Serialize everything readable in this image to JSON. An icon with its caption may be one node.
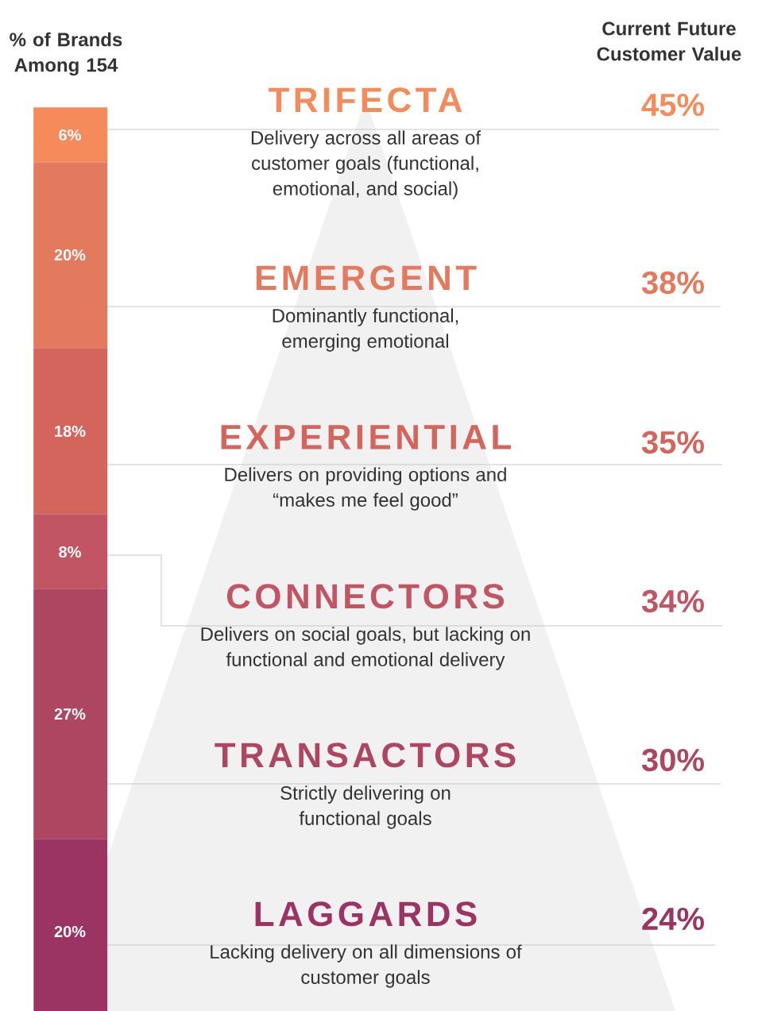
{
  "diagram": {
    "nodes": [
      {
        "text": [
          "6%"
        ]
      },
      {
        "text": [
          "20%"
        ]
      },
      {
        "text": [
          "18%"
        ]
      },
      {
        "text": [
          "8%"
        ]
      },
      {
        "text": [
          "27%"
        ]
      },
      {
        "text": [
          "20%"
        ]
      },
      {
        "text": [
          "TRIFECTA",
          "Delivery across all areas of customer goals (functional, emotional, and social)"
        ]
      },
      {
        "text": [
          "EMERGENT",
          "Dominantly functional, emerging emotional"
        ]
      },
      {
        "text": [
          "EXPERIENTIAL",
          "Delivers on providing options and “makes me feel good”"
        ]
      },
      {
        "text": [
          "CONNECTORS",
          "Delivers on social goals, but lacking on functional and emotional delivery"
        ]
      },
      {
        "text": [
          "TRANSACTORS",
          "Strictly delivering on functional goals"
        ]
      },
      {
        "text": [
          "LAGGARDS",
          "Lacking delivery on all dimensions of customer goals"
        ]
      }
    ],
    "labels": [
      "% of Brands Among 154",
      "Current Future Customer Value",
      "45%",
      "38%",
      "35%",
      "34%",
      "30%",
      "24%"
    ]
  }
}
